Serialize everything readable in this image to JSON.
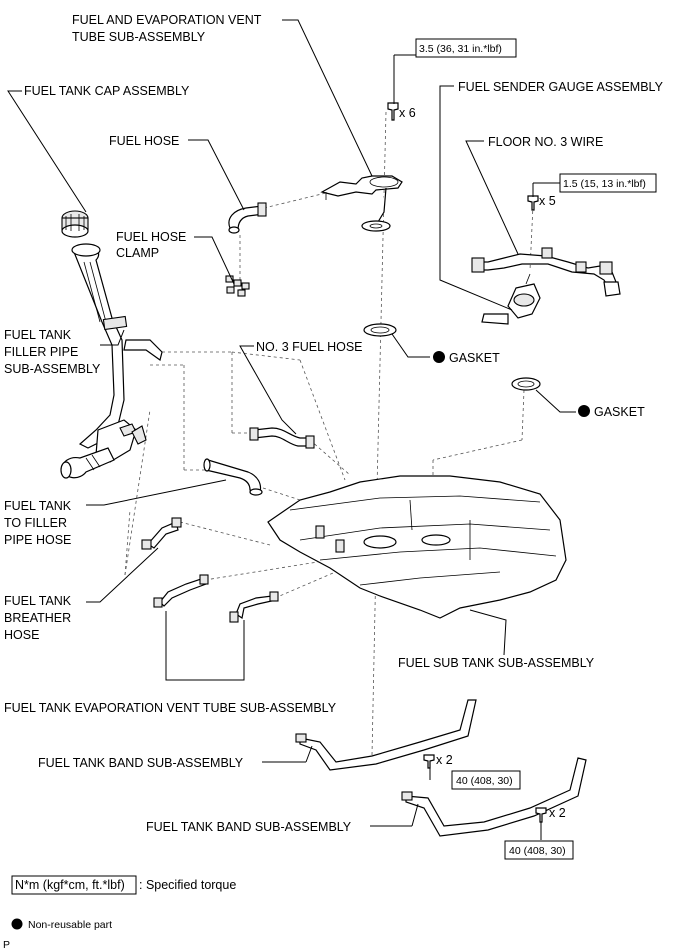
{
  "labels": {
    "fuel_evap_vent_tube": [
      "FUEL AND EVAPORATION VENT",
      "TUBE SUB-ASSEMBLY"
    ],
    "fuel_tank_cap": "FUEL TANK CAP ASSEMBLY",
    "fuel_hose": "FUEL HOSE",
    "fuel_hose_clamp": [
      "FUEL HOSE",
      "CLAMP"
    ],
    "fuel_sender_gauge": "FUEL SENDER GAUGE ASSEMBLY",
    "floor_no3_wire": "FLOOR NO. 3 WIRE",
    "gasket_1": "GASKET",
    "gasket_2": "GASKET",
    "filler_pipe": [
      "FUEL TANK",
      "FILLER PIPE",
      "SUB-ASSEMBLY"
    ],
    "no3_fuel_hose": "NO. 3 FUEL HOSE",
    "tank_to_filler_hose": [
      "FUEL TANK",
      "TO FILLER",
      "PIPE HOSE"
    ],
    "breather_hose": [
      "FUEL TANK",
      "BREATHER",
      "HOSE"
    ],
    "fuel_sub_tank": "FUEL SUB TANK SUB-ASSEMBLY",
    "evap_vent_tube": "FUEL TANK EVAPORATION VENT TUBE SUB-ASSEMBLY",
    "band_1": "FUEL TANK BAND SUB-ASSEMBLY",
    "band_2": "FUEL TANK BAND SUB-ASSEMBLY"
  },
  "torques": {
    "top": "3.5 (36, 31 in.*lbf)",
    "sender": "1.5 (15, 13 in.*lbf)",
    "band_1": "40 (408, 30)",
    "band_2": "40 (408, 30)"
  },
  "quantities": {
    "top": "x 6",
    "sender": "x 5",
    "band_1": "x 2",
    "band_2": "x 2"
  },
  "legend": {
    "torque_box": "N*m (kgf*cm, ft.*lbf)",
    "torque_text": ": Specified torque",
    "non_reusable": "Non-reusable part"
  },
  "corner_mark": "P"
}
